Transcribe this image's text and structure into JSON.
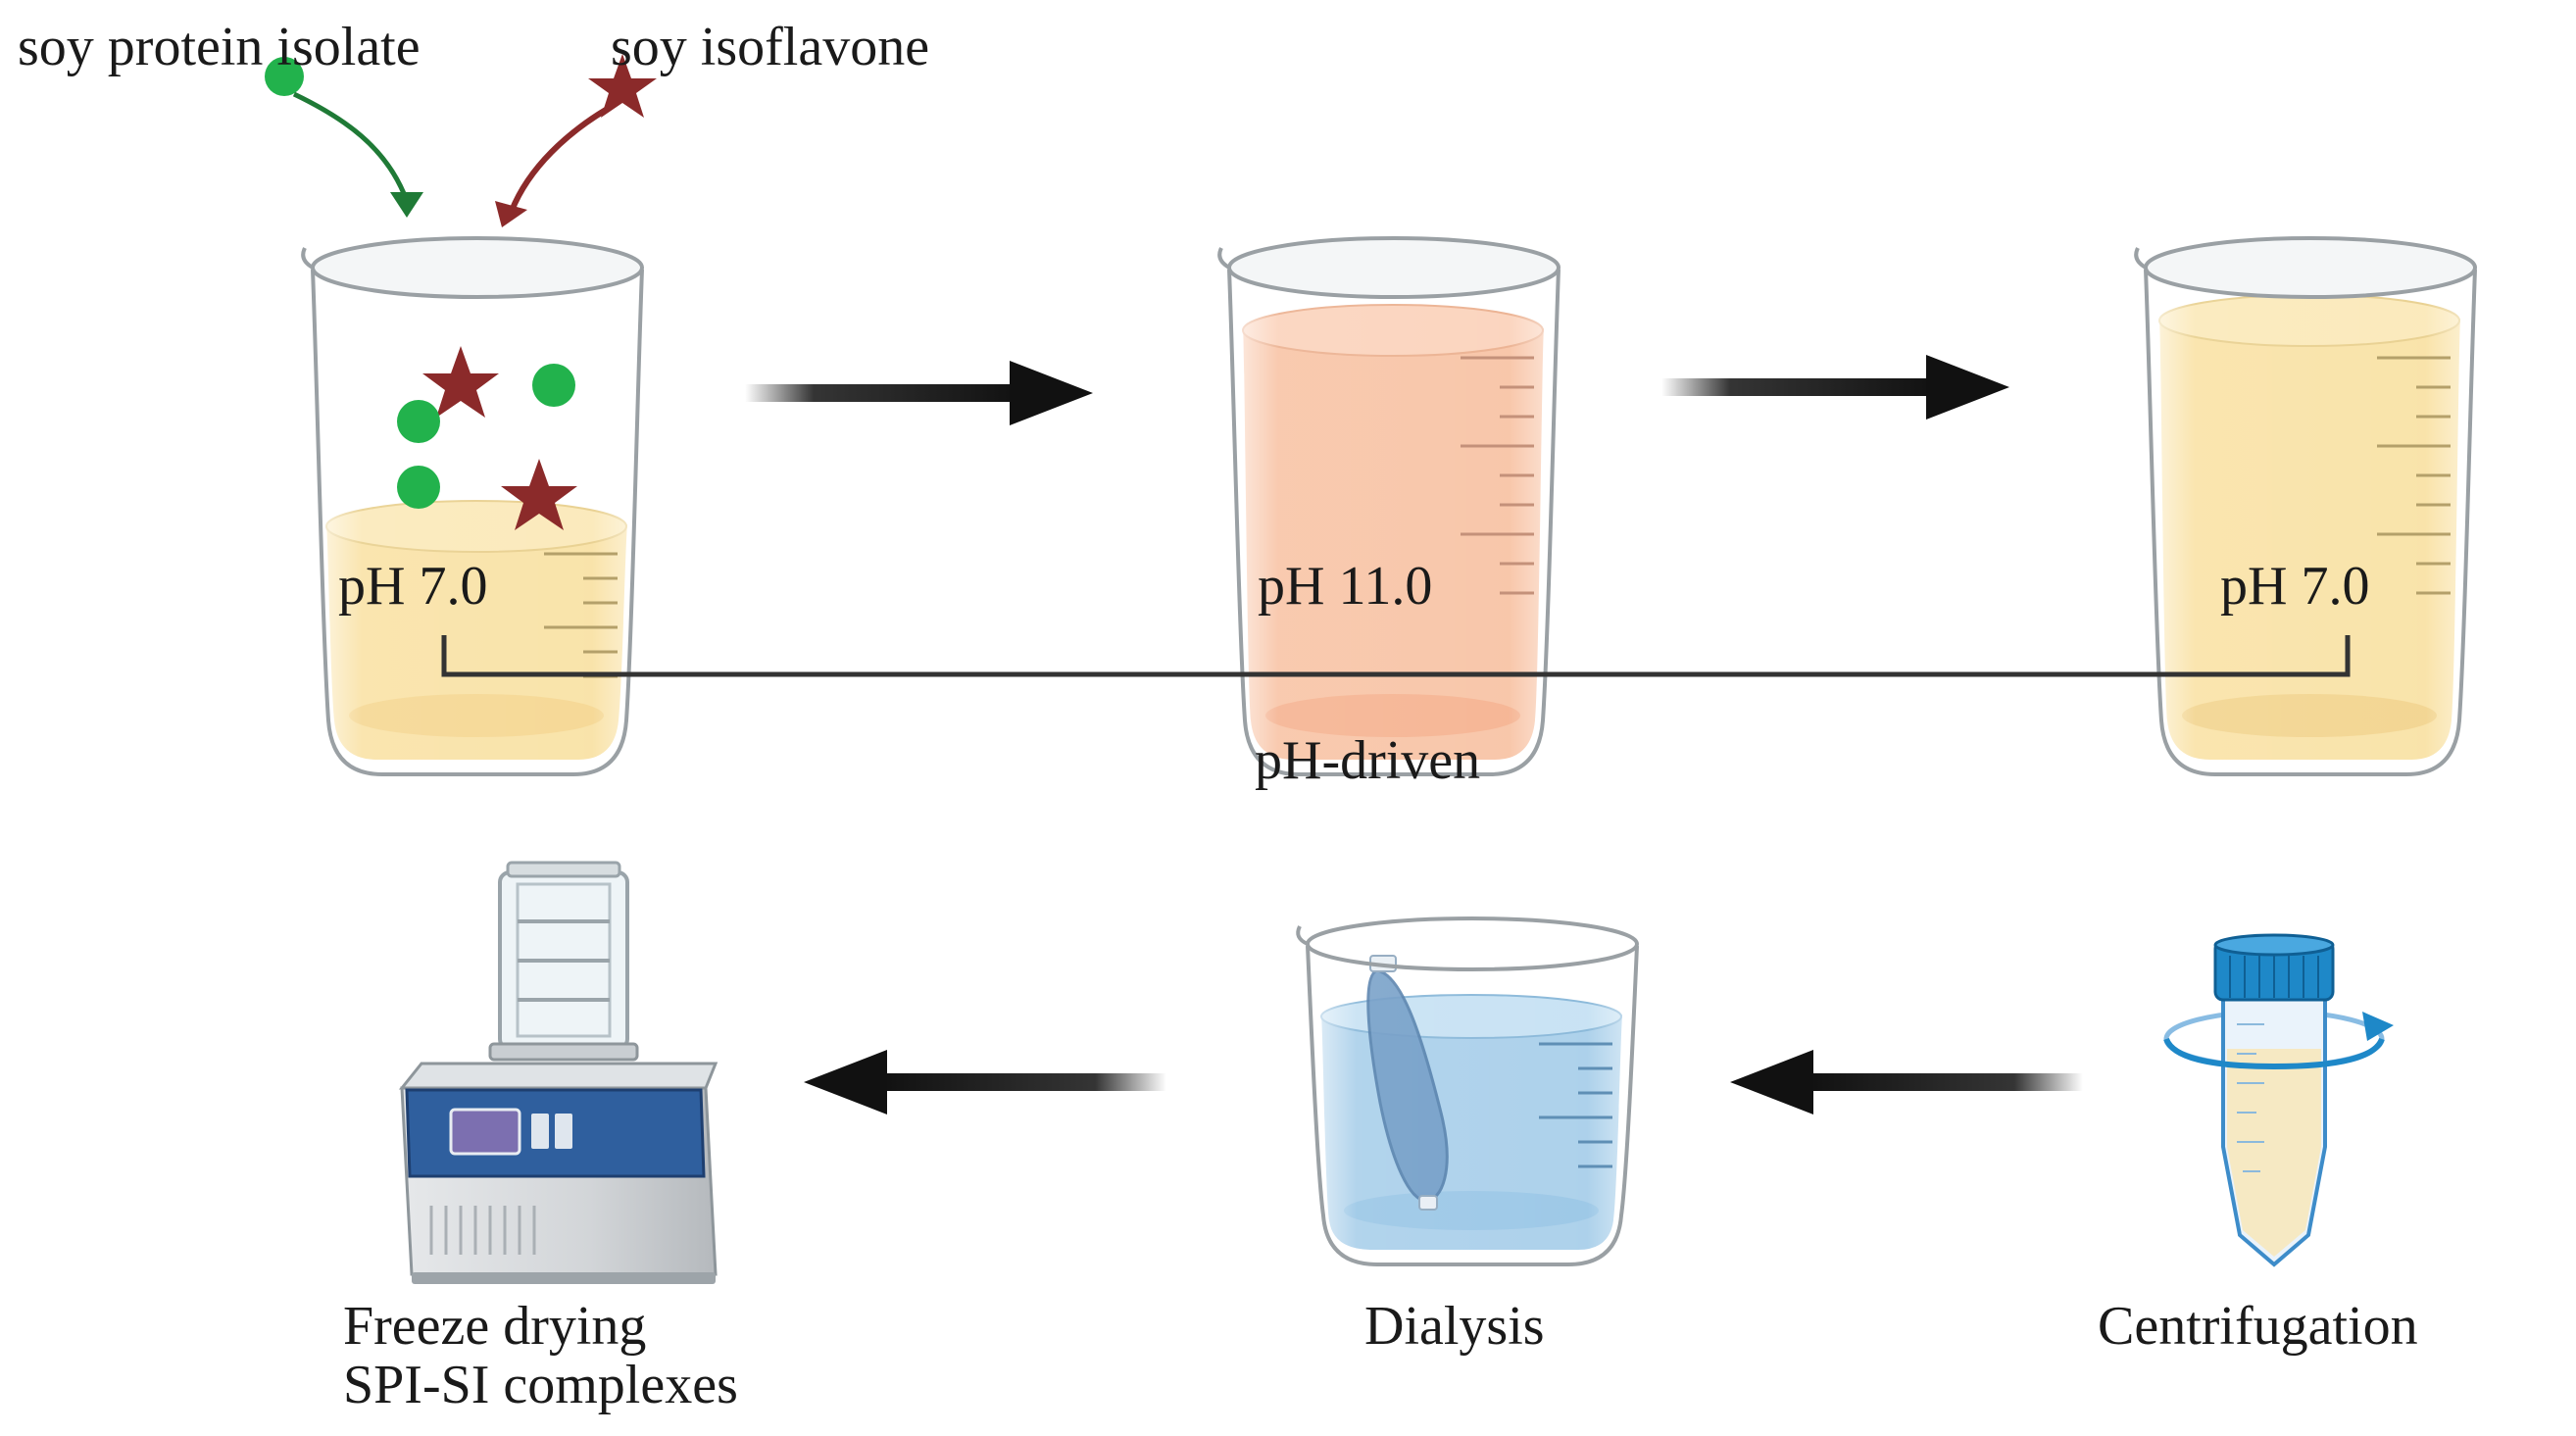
{
  "labels": {
    "soy_protein_isolate": "soy protein isolate",
    "soy_isoflavone": "soy isoflavone",
    "beaker1_ph": "pH 7.0",
    "beaker2_ph": "pH 11.0",
    "beaker3_ph": "pH 7.0",
    "bracket_label": "pH-driven",
    "freeze_drying": "Freeze drying",
    "spi_si_complexes": "SPI-SI complexes",
    "dialysis": "Dialysis",
    "centrifugation": "Centrifugation"
  },
  "colors": {
    "spi_dot": "#22b24c",
    "isoflavone_star": "#8b2a2a",
    "solution_ph7": "#f9e2a6",
    "solution_ph11": "#f8c4a6",
    "dialysis_water": "#a9cfea",
    "tube_cap": "#1e88c8",
    "arrow": "#111111"
  }
}
